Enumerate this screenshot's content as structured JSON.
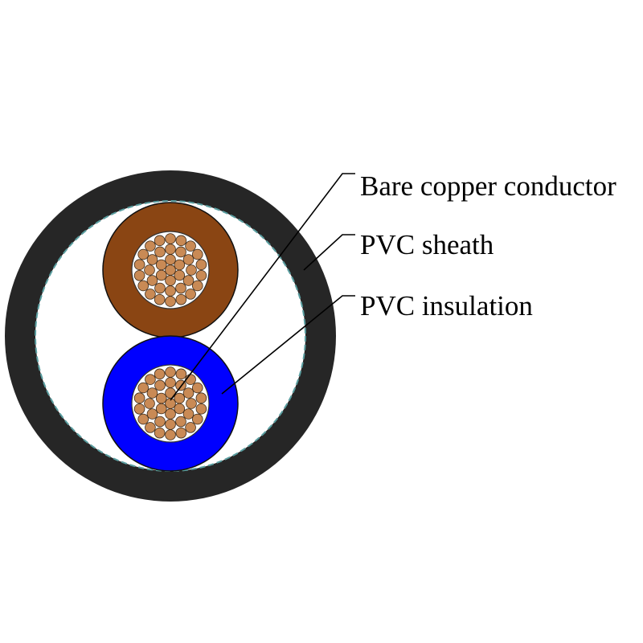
{
  "labels": {
    "conductor": "Bare copper conductor",
    "sheath": "PVC sheath",
    "insulation": "PVC insulation"
  },
  "colors": {
    "sheath": "#262626",
    "filler": "#ffffff",
    "tape_dash": "#5a9ea0",
    "core1_insulation": "#8a4513",
    "core2_insulation": "#0000ff",
    "strand_fill": "#c98a55",
    "strand_stroke": "#3a2a1a",
    "leader_line": "#000000"
  },
  "cores": [
    {
      "insulation": "brown"
    },
    {
      "insulation": "blue"
    }
  ]
}
